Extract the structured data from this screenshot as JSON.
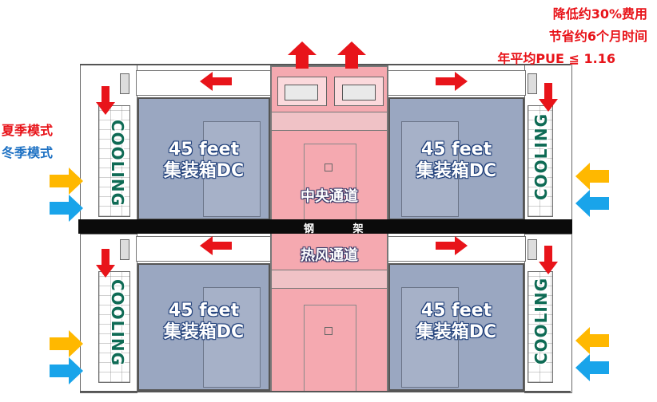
{
  "notes": {
    "line1": "降低约30%费用",
    "line2": "节省约6个月时间",
    "line3": "年平均PUE ≦ 1.16"
  },
  "legend": {
    "summer": "夏季模式",
    "winter": "冬季模式"
  },
  "containers": {
    "label": "45 feet\n集装箱DC"
  },
  "aisle": {
    "central": "中央通道",
    "hot_air": "热风通道"
  },
  "steel_frame": "钢 架",
  "cooling_label": "COOLING",
  "colors": {
    "summer_arrow": "#ffb800",
    "winter_arrow": "#19a4ea",
    "hot_arrow": "#e8141a",
    "container_fill": "#9aa7c1",
    "aisle_fill": "#f5a9b0",
    "note_red": "#e8141a",
    "legend_winter": "#1f72c4"
  }
}
